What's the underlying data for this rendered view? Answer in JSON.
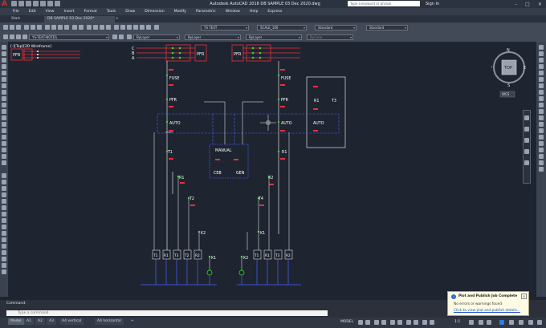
{
  "title_bar": {
    "logo": "A",
    "window_title": "Autodesk AutoCAD 2018   DB SAMPLE 03 Dec 2020.dwg",
    "search_placeholder": "Type a keyword or phrase",
    "sign_in": "Sign In"
  },
  "menu": [
    "File",
    "Edit",
    "View",
    "Insert",
    "Format",
    "Tools",
    "Draw",
    "Dimension",
    "Modify",
    "Parametric",
    "Window",
    "Help",
    "Express"
  ],
  "tabs": [
    "Start",
    "DB SAMPLE 03 Dec 2020*"
  ],
  "toolbar": {
    "textstyle": "YS TEXT",
    "dimscale": "SCALE_100",
    "dimstyle": "Standard",
    "tablestyle": "Standard",
    "layer": "YS-TEXT-NOTES",
    "color": "ByLayer",
    "linetype": "ByLayer",
    "lineweight": "ByLayer",
    "plotstyle": "ByColor"
  },
  "viewport_label": "[-][Top][2D Wireframe]",
  "viewcube": {
    "top": "TOP",
    "n": "N",
    "s": "S",
    "e": "E",
    "w": "W",
    "wcs": "WCS"
  },
  "drawing": {
    "phases": [
      "C",
      "B",
      "A"
    ],
    "pfr": "PFR",
    "fuse": "FUSE",
    "auto": "AUTO",
    "manual": "MANUAL",
    "ceb": "CEB",
    "gen": "GEN",
    "r1": "R1",
    "r2": "R2",
    "t1": "T1",
    "t2": "T2",
    "t3": "T3",
    "t4": "T4",
    "k1": "K1",
    "k2": "K2",
    "bottom_left_labels": [
      "T1",
      "R1",
      "T3",
      "T2",
      "R2"
    ],
    "bottom_right_labels": [
      "T1",
      "R1",
      "T3",
      "R2"
    ]
  },
  "command": {
    "history": "Command:",
    "placeholder": "Type a command"
  },
  "layout_tabs": [
    "Model",
    "A1",
    "A2",
    "A3",
    "A4 vertical",
    "A4 horizontal"
  ],
  "status": {
    "model": "MODEL",
    "scale": "1:1"
  },
  "notification": {
    "title": "Plot and Publish Job Complete",
    "line1": "No errors or warnings found",
    "link": "Click to view plot and publish details..."
  }
}
